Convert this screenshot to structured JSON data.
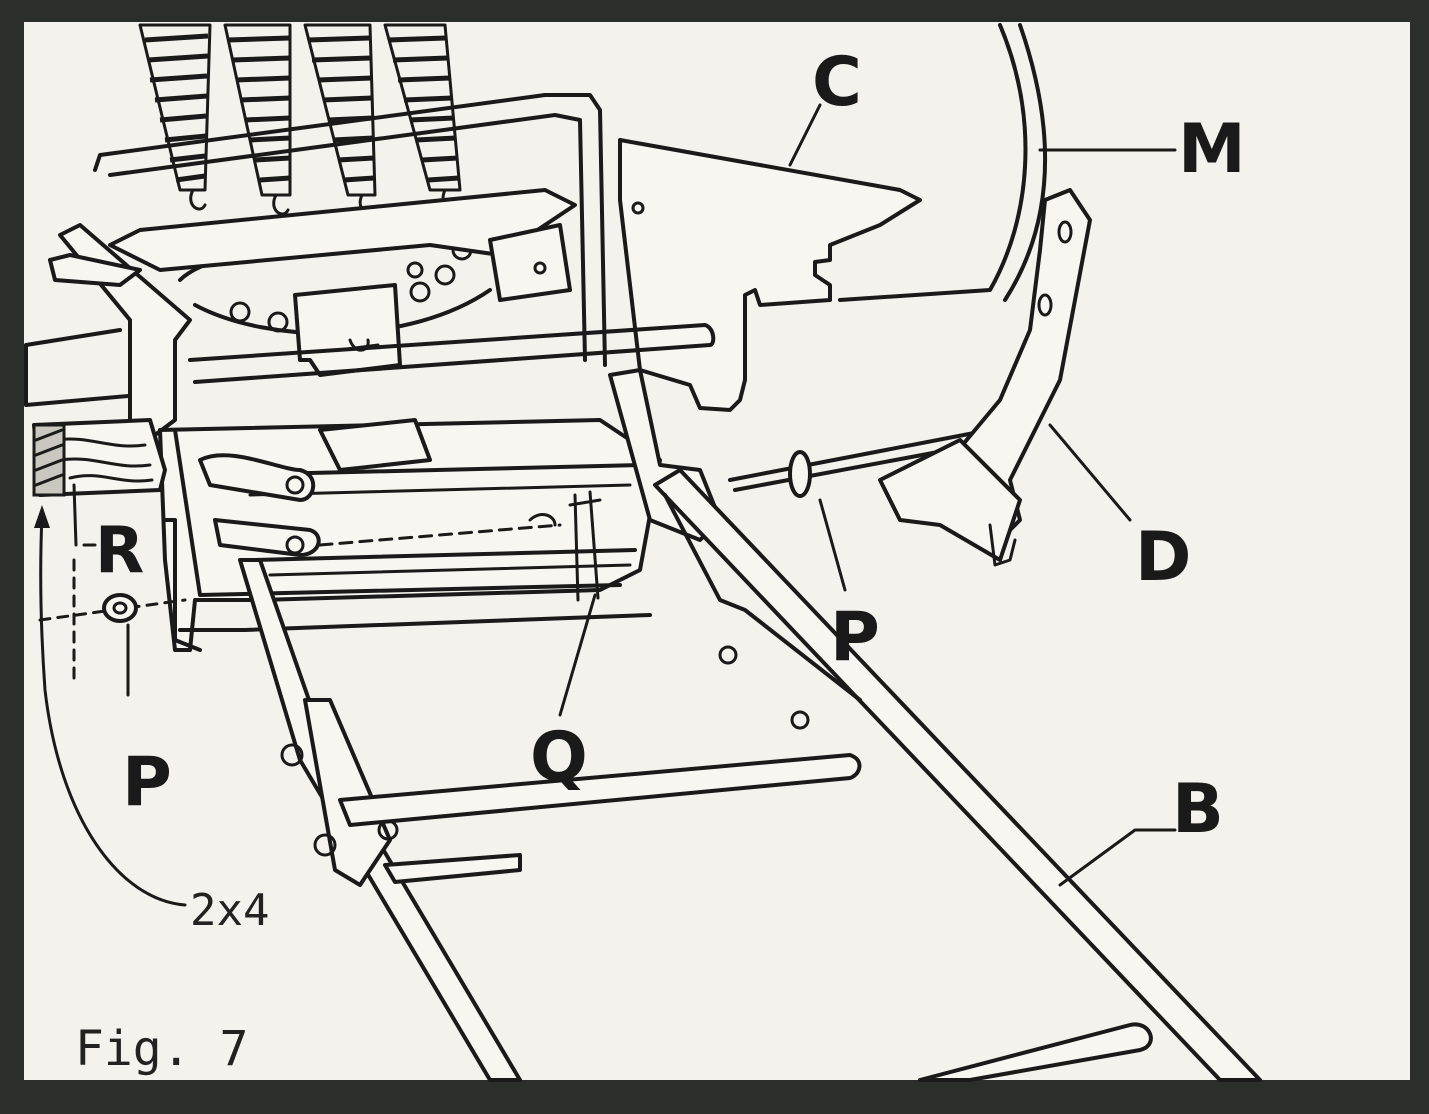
{
  "figure": {
    "caption": "Fig. 7",
    "colors": {
      "paper": "#f3f2ec",
      "ink": "#1a1a1a",
      "frame": "#2b2f2a"
    },
    "labels": {
      "C": "C",
      "M": "M",
      "D": "D",
      "P_right": "P",
      "P_left": "P",
      "R": "R",
      "Q": "Q",
      "B": "B",
      "lumber": "2x4"
    }
  }
}
